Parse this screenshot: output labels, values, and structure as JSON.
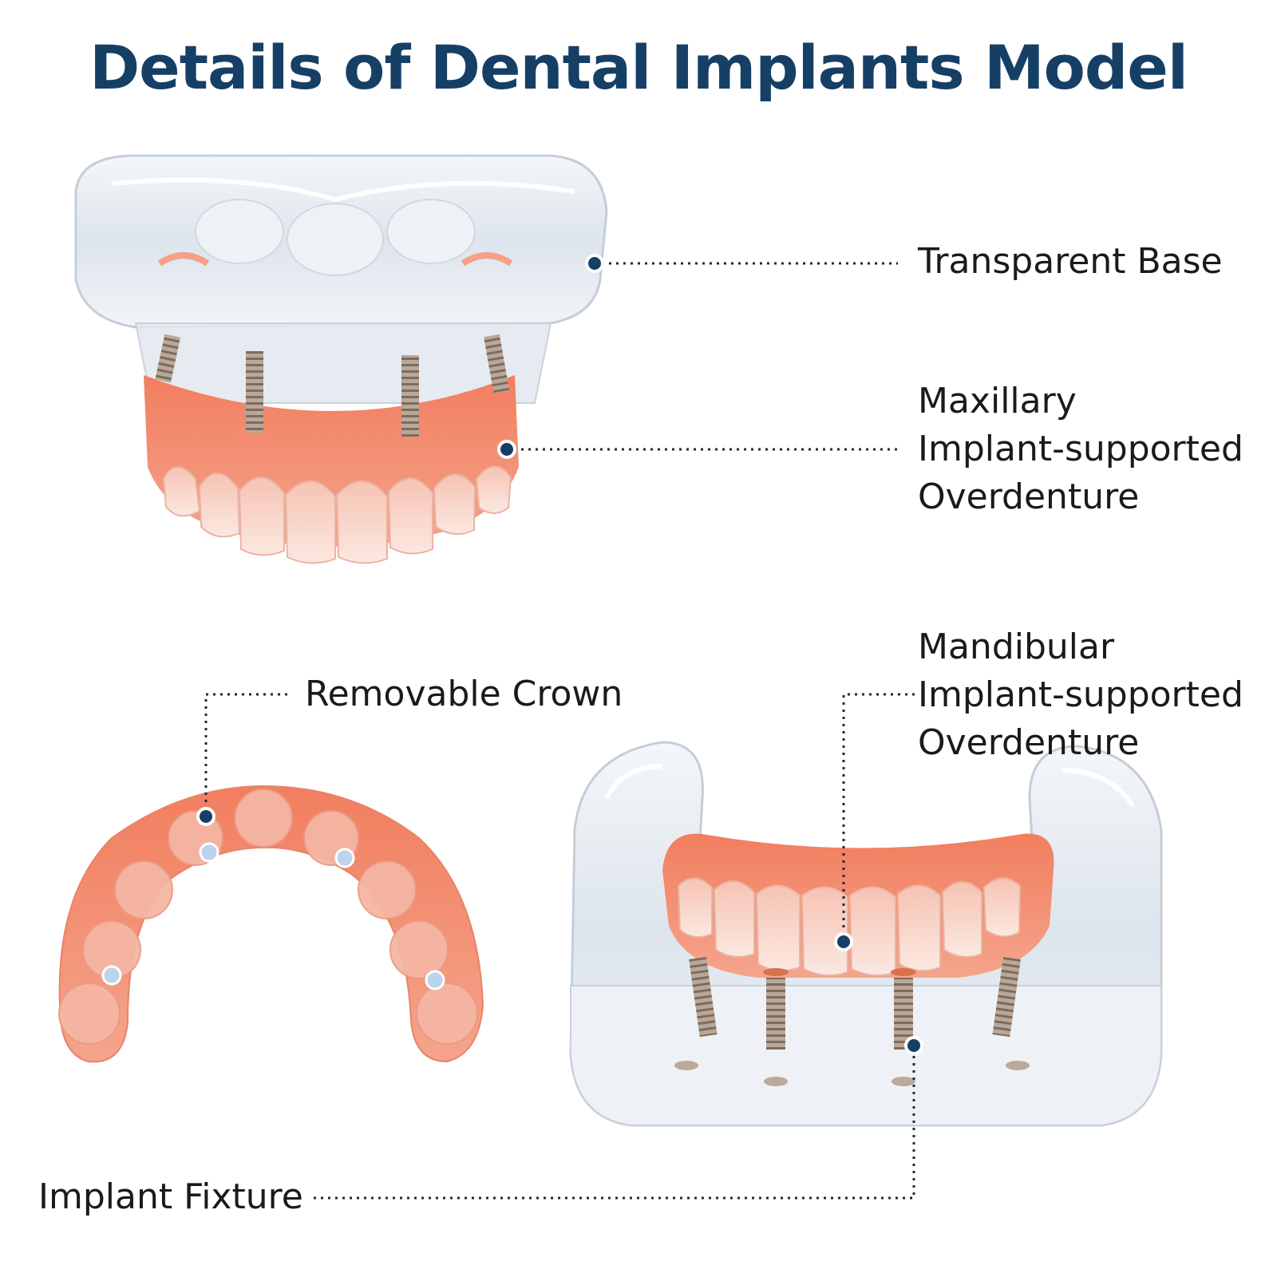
{
  "title": "Details of Dental Implants Model",
  "colors": {
    "title": "#163f66",
    "callout": "#163f66",
    "gum": "#f08a6e",
    "gum_light": "#f7b49f",
    "tooth": "#f6d7cc",
    "resin": "#dfe6ee",
    "metal": "#a89684"
  },
  "icons": {
    "callout_marker": "dot",
    "leader_line": "dotted-line"
  },
  "labels": {
    "transparent_base": "Transparent Base",
    "maxillary": [
      "Maxillary",
      "Implant-supported",
      "Overdenture"
    ],
    "removable_crown": "Removable Crown",
    "mandibular": [
      "Mandibular",
      "Implant-supported",
      "Overdenture"
    ],
    "implant_fixture": "Implant Fixture"
  }
}
